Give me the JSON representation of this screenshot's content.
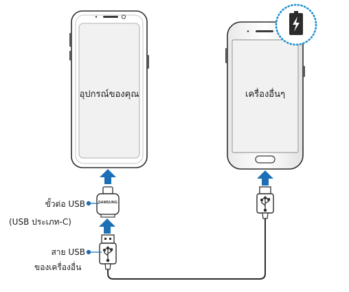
{
  "devices": {
    "yours": {
      "label": "อุปกรณ์ของคุณ"
    },
    "other": {
      "label": "เครื่องอื่นๆ"
    }
  },
  "connector": {
    "brand": "SAMSUNG"
  },
  "callouts": {
    "usb_connector": {
      "line1": "ขั้วต่อ USB",
      "line2": "(USB ประเภท-C)"
    },
    "usb_cable": {
      "line1": "สาย USB",
      "line2": "ของเครื่องอื่น"
    }
  },
  "icons": {
    "battery": "battery-charging-icon",
    "usb": "usb-icon",
    "arrow": "arrow-up-icon"
  },
  "colors": {
    "accent": "#1c6fb5",
    "outline": "#2b2b2b",
    "screen": "#f1f1f1",
    "dotted": "#1c8fd0"
  }
}
